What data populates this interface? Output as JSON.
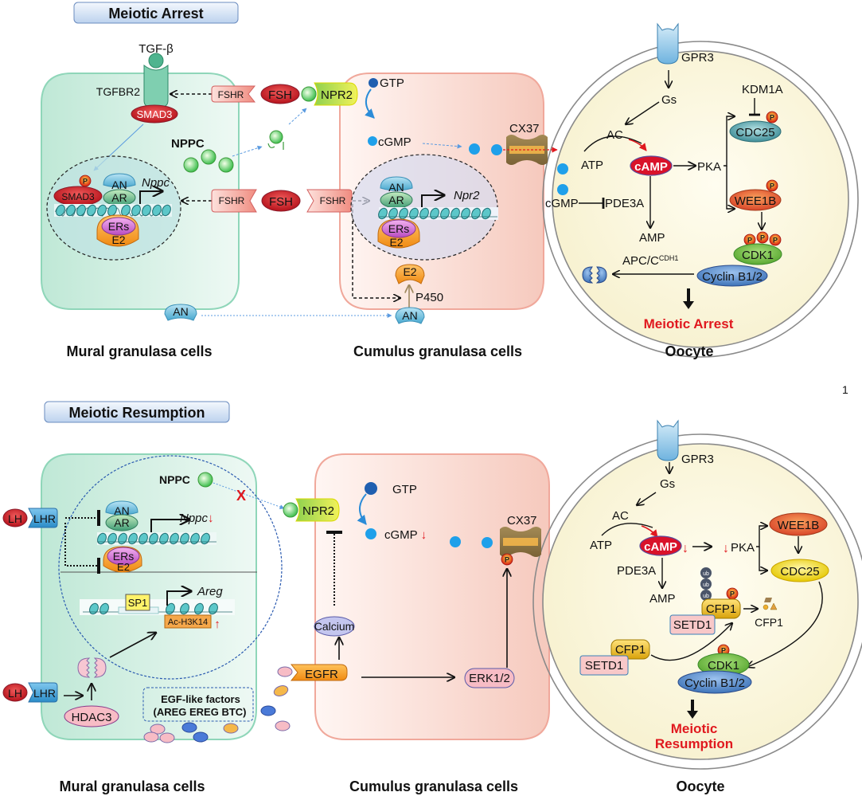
{
  "panels": [
    {
      "title": "Meiotic Arrest",
      "mural": {
        "label": "Mural granulasa cells",
        "tgf": "TGF-β",
        "tgfbr2": "TGFBR2",
        "smad3": "SMAD3",
        "smad3_nuc": "SMAD3",
        "nppc": "NPPC",
        "an": "AN",
        "ar": "AR",
        "gene": "Nppc",
        "ers": "ERs",
        "e2": "E2",
        "an_cyto": "AN"
      },
      "between": {
        "fshr1": "FSHR",
        "fsh1": "FSH",
        "npr2": "NPR2",
        "fshr2": "FSHR",
        "fsh2": "FSH",
        "fshr3": "FSHR"
      },
      "cumulus": {
        "label": "Cumulus granulasa cells",
        "gtp": "GTP",
        "cgmp": "cGMP",
        "an": "AN",
        "ar": "AR",
        "gene": "Npr2",
        "ers": "ERs",
        "e2": "E2",
        "e2_out": "E2",
        "p450": "P450",
        "an_out": "AN",
        "cx37": "CX37"
      },
      "oocyte": {
        "label": "Oocyte",
        "gpr3": "GPR3",
        "gs": "Gs",
        "ac": "AC",
        "atp": "ATP",
        "camp": "cAMP",
        "pka": "PKA",
        "cgmp": "cGMP",
        "pde3a": "PDE3A",
        "amp": "AMP",
        "kdm1a": "KDM1A",
        "cdc25": "CDC25",
        "wee1b": "WEE1B",
        "cdk1": "CDK1",
        "cyclin": "Cyclin B1/2",
        "apc": "APC/C",
        "apc_sup": "CDH1",
        "outcome": "Meiotic Arrest",
        "p": "P"
      }
    },
    {
      "title": "Meiotic Resumption",
      "mural": {
        "label": "Mural granulasa cells",
        "lh1": "LH",
        "lhr1": "LHR",
        "lh2": "LH",
        "lhr2": "LHR",
        "nppc": "NPPC",
        "block": "X",
        "an": "AN",
        "ar": "AR",
        "gene": "Nppc",
        "down": "↓",
        "ers": "ERs",
        "e2": "E2",
        "sp1": "SP1",
        "gene2": "Areg",
        "ac_h3k14": "Ac-H3K14",
        "up": "↑",
        "hdac3": "HDAC3",
        "egf_title": "EGF-like factors",
        "egf_list": "(AREG  EREG  BTC)"
      },
      "cumulus": {
        "label": "Cumulus granulasa cells",
        "npr2": "NPR2",
        "gtp": "GTP",
        "cgmp": "cGMP",
        "down": "↓",
        "calcium": "Calcium",
        "egfr": "EGFR",
        "erk": "ERK1/2",
        "cx37": "CX37"
      },
      "oocyte": {
        "label": "Oocyte",
        "gpr3": "GPR3",
        "gs": "Gs",
        "ac": "AC",
        "atp": "ATP",
        "camp": "cAMP",
        "down": "↓",
        "pka": "PKA",
        "pde3a": "PDE3A",
        "amp": "AMP",
        "wee1b": "WEE1B",
        "cdc25": "CDC25",
        "ub": "ub",
        "cfp1": "CFP1",
        "setd1": "SETD1",
        "cfp1_deg": "CFP1",
        "cfp1_b": "CFP1",
        "setd1_b": "SETD1",
        "cdk1": "CDK1",
        "cyclin": "Cyclin B1/2",
        "outcome_1": "Meiotic",
        "outcome_2": "Resumption",
        "p": "P"
      }
    }
  ],
  "page_number": "1",
  "colors": {
    "mural_fill": "#d3efe3",
    "mural_border": "#8fd6b9",
    "cumulus_fill": "#fbe3dc",
    "cumulus_border": "#f0a89b",
    "oocyte_fill": "#fbf8e1",
    "accent_red": "#e0191f",
    "title_box": "#dbe7f7"
  }
}
